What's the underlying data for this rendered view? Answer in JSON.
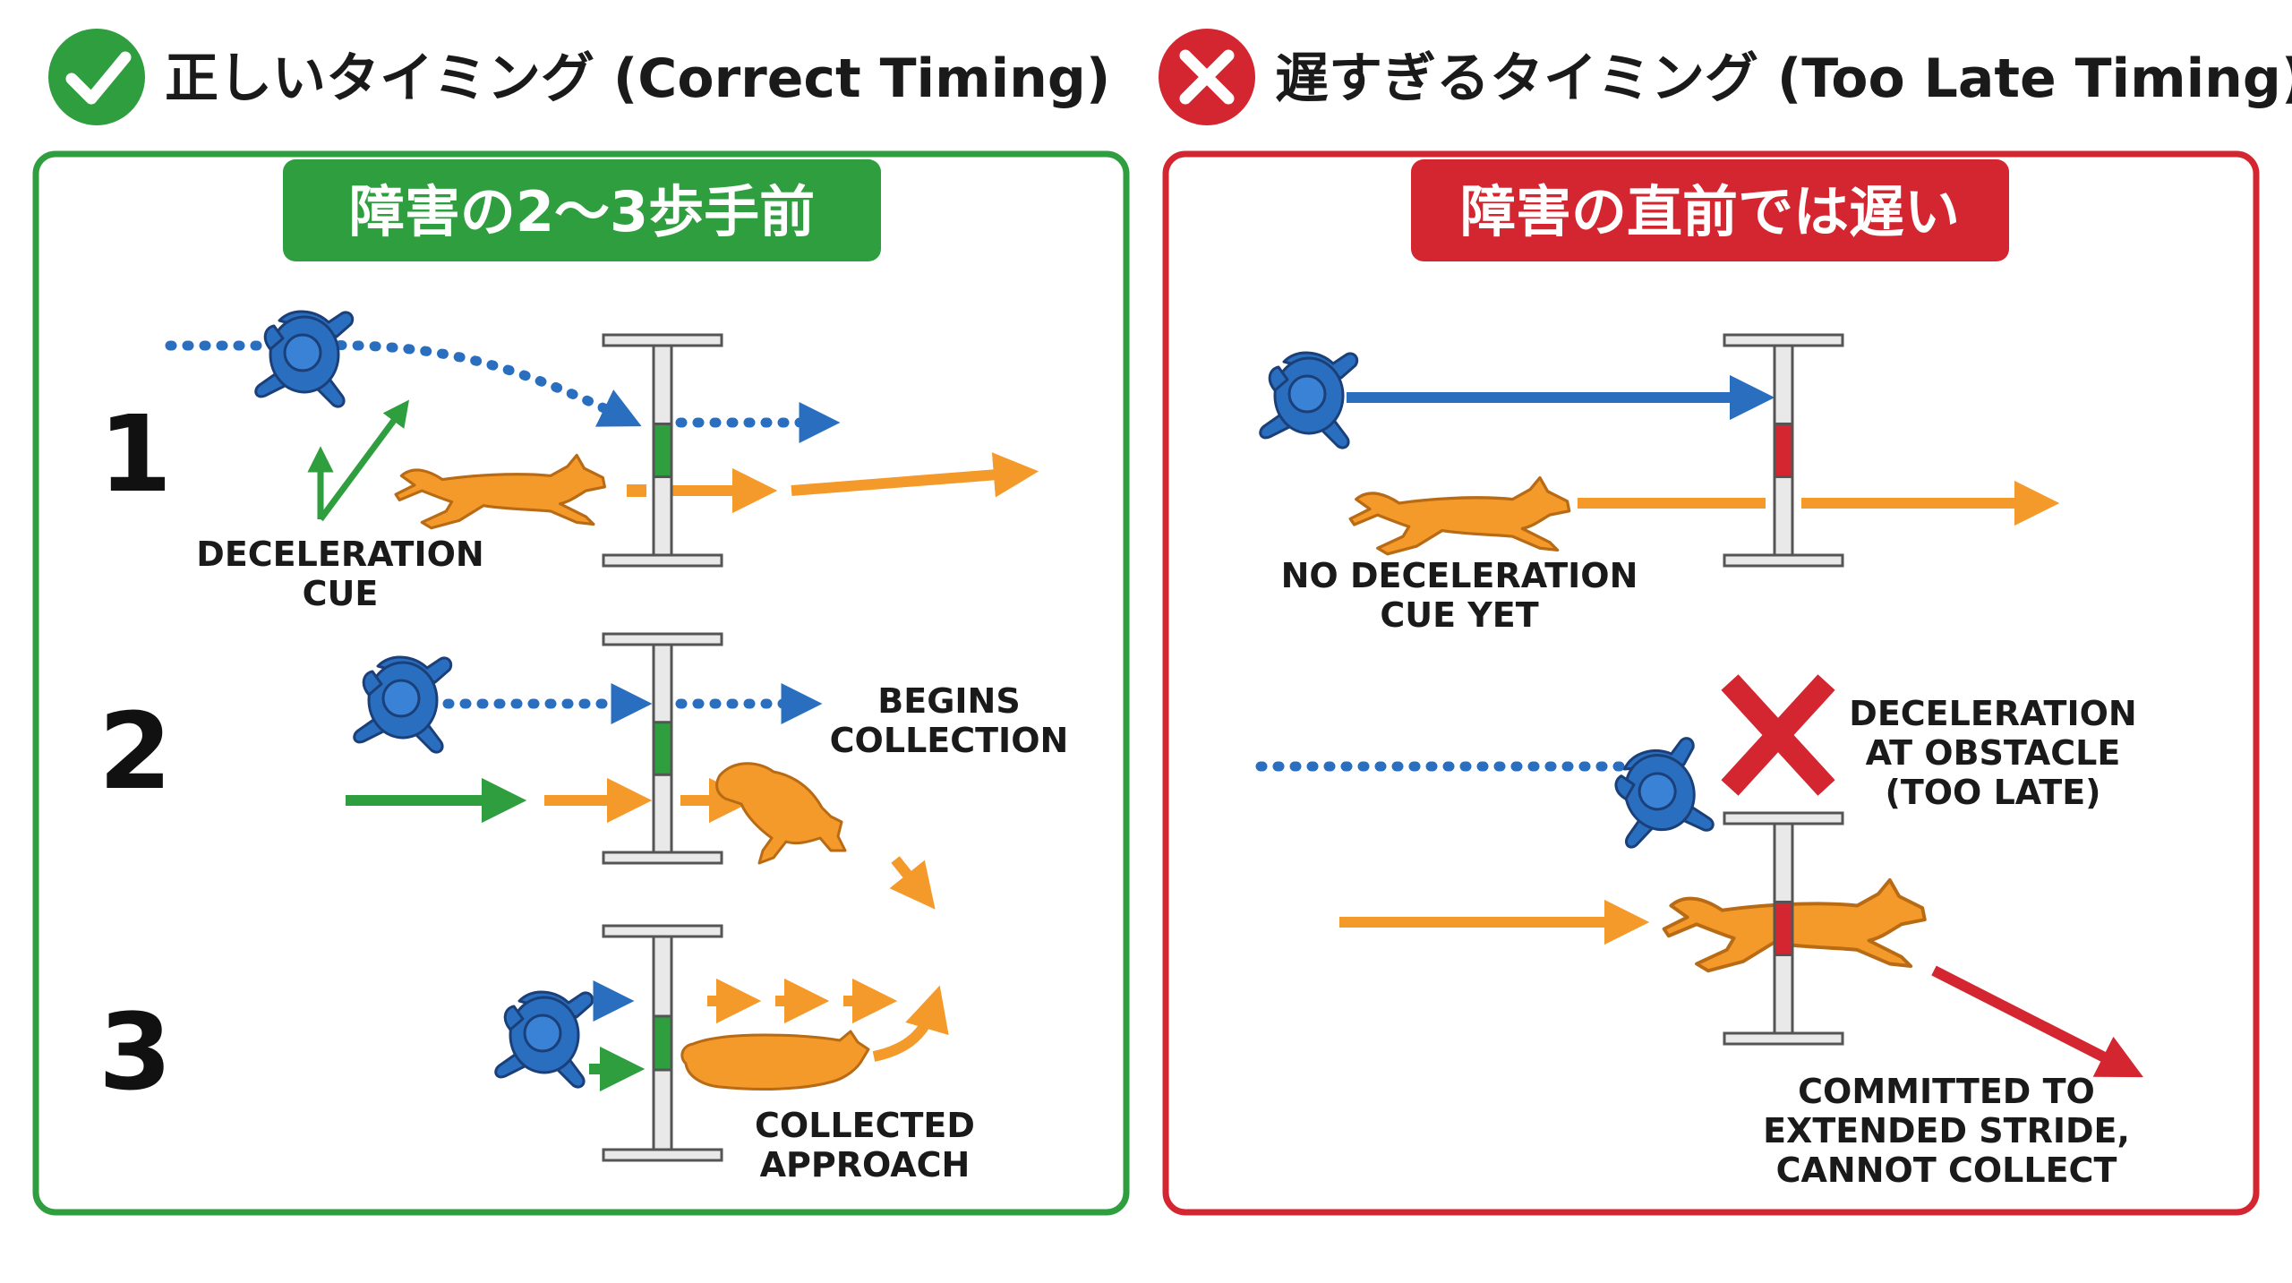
{
  "colors": {
    "green": "#2e9e3f",
    "red": "#d32630",
    "blue": "#2a6fbf",
    "orange": "#f39a2b",
    "pole": "#555555",
    "text": "#1a1a1a"
  },
  "icons": {
    "check": "check-circle-icon",
    "cross": "x-circle-icon",
    "handler": "handler-figure-icon",
    "dog": "dog-figure-icon",
    "jump": "jump-obstacle-icon",
    "big_cross": "big-red-x-icon"
  },
  "left": {
    "header": "正しいタイミング (Correct Timing)",
    "banner": "障害の2〜3歩手前",
    "steps": [
      {
        "number": "1",
        "label_lines": [
          "DECELERATION",
          "CUE"
        ]
      },
      {
        "number": "2",
        "label_lines": [
          "BEGINS",
          "COLLECTION"
        ]
      },
      {
        "number": "3",
        "label_lines": [
          "COLLECTED",
          "APPROACH"
        ]
      }
    ]
  },
  "right": {
    "header": "遅すぎるタイミング (Too Late Timing)",
    "banner": "障害の直前では遅い",
    "top_label_lines": [
      "NO DECELERATION",
      "CUE YET"
    ],
    "mid_label_lines": [
      "DECELERATION",
      "AT OBSTACLE",
      "(TOO LATE)"
    ],
    "bottom_label_lines": [
      "COMMITTED TO",
      "EXTENDED STRIDE,",
      "CANNOT COLLECT"
    ]
  }
}
